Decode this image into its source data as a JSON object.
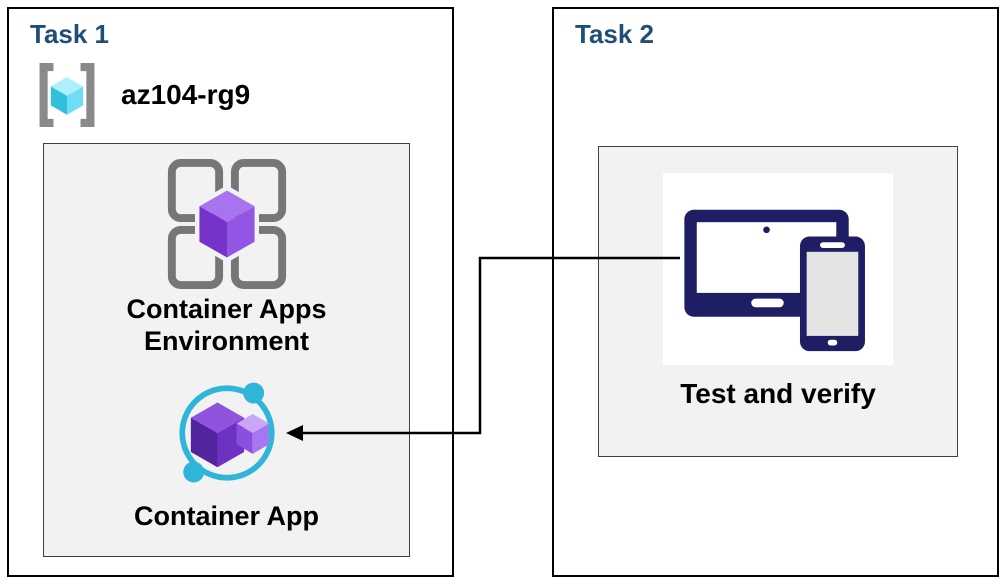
{
  "task1": {
    "title": "Task 1",
    "resource_group": {
      "name": "az104-rg9"
    },
    "environment": {
      "label": "Container Apps Environment"
    },
    "app": {
      "label": "Container App"
    }
  },
  "task2": {
    "title": "Task 2",
    "verify": {
      "label": "Test and verify"
    }
  },
  "icons": [
    "resource-group-icon",
    "container-apps-environment-icon",
    "container-app-icon",
    "devices-icon",
    "connector-arrow"
  ],
  "colors": {
    "task_title": "#1F4E79",
    "box_border": "#000000",
    "inner_box_bg": "#F2F2F2",
    "label_text": "#000000",
    "connector": "#000000",
    "frame_gray": "#767676",
    "bracket_gray": "#8A8A8A",
    "cube_cyan_top": "#AEEFFF",
    "cube_cyan_left": "#32BEDD",
    "cube_cyan_right": "#6FDDF6",
    "purple_top": "#A873EE",
    "purple_dark": "#52249E",
    "purple_mid": "#7733C9",
    "teal": "#2EB5D8",
    "devices_navy": "#1F1D63"
  }
}
